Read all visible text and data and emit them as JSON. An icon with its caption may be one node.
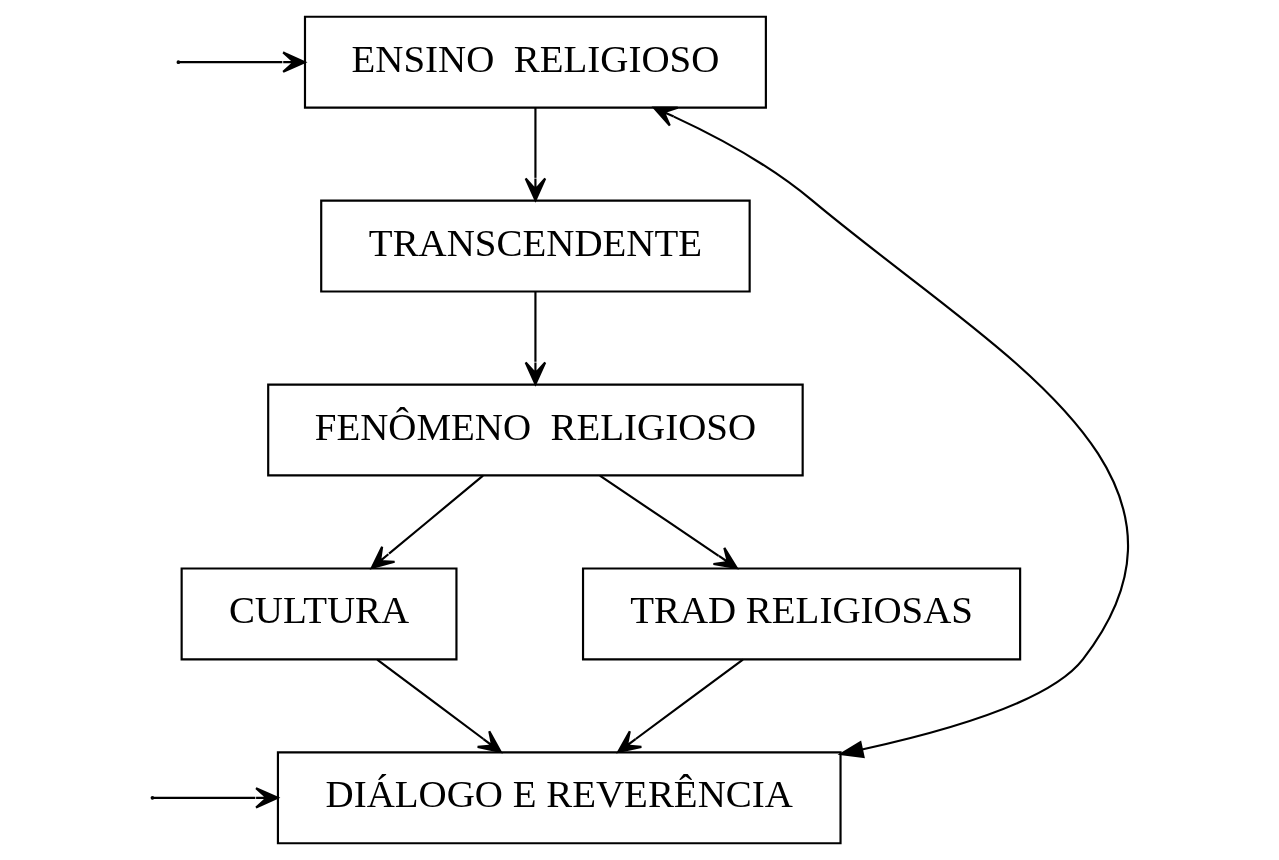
{
  "diagram": {
    "nodes": [
      {
        "text": [
          "ENSINO  RELIGIOSO"
        ]
      },
      {
        "text": [
          "TRANSCENDENTE"
        ]
      },
      {
        "text": [
          "FENÔMENO  RELIGIOSO"
        ]
      },
      {
        "text": [
          "CULTURA"
        ]
      },
      {
        "text": [
          "TRAD RELIGIOSAS"
        ]
      },
      {
        "text": [
          "DIÁLOGO E REVERÊNCIA"
        ]
      }
    ],
    "edges": [
      {
        "from": 0,
        "to": 1,
        "arrow": "to"
      },
      {
        "from": 1,
        "to": 2,
        "arrow": "to"
      },
      {
        "from": 2,
        "to": 3,
        "arrow": "to"
      },
      {
        "from": 2,
        "to": 4,
        "arrow": "to"
      },
      {
        "from": 3,
        "to": 5,
        "arrow": "to"
      },
      {
        "from": 4,
        "to": 5,
        "arrow": "to"
      },
      {
        "from": 5,
        "to": 0,
        "arrow": "both"
      },
      {
        "from": null,
        "to": 0,
        "arrow": "to"
      },
      {
        "from": null,
        "to": 5,
        "arrow": "to"
      }
    ]
  }
}
